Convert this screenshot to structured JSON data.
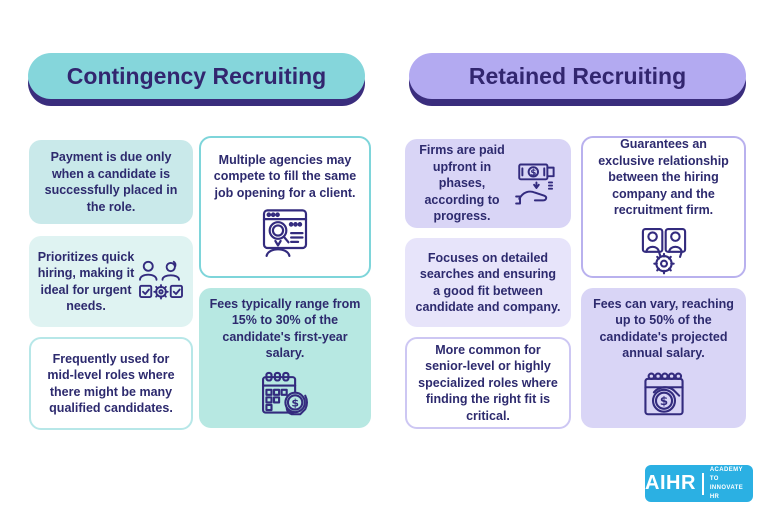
{
  "title": "Contingency Recruiting vs Retained Recruiting comparison infographic",
  "colors": {
    "background": "#ffffff",
    "ink": "#2d2a6e",
    "pill_shadow": "#3a2d7d",
    "contingency_pill": "#85d6db",
    "contingency_card_fill": "#c9e9ea",
    "contingency_card_fill_light": "#dff3f2",
    "contingency_card_fill_mint": "#b7e8e2",
    "contingency_card_border": "#7ed5da",
    "retained_pill": "#b3aaf1",
    "retained_card_fill": "#d9d5f6",
    "retained_card_fill_light": "#e7e4fa",
    "retained_card_border": "#b9b1ee",
    "logo_bg": "#2bb0e3"
  },
  "contingency": {
    "header": "Contingency Recruiting",
    "cards": [
      {
        "text": "Payment is due only when a candidate is successfully placed in the role.",
        "icon": "none"
      },
      {
        "text": "Prioritizes quick hiring, making it ideal for urgent needs.",
        "icon": "team-checklist-icon"
      },
      {
        "text": "Frequently used for mid-level roles where there might be many qualified candidates.",
        "icon": "none"
      },
      {
        "text": "Multiple agencies may compete to fill the same job opening for a client.",
        "icon": "candidate-search-icon"
      },
      {
        "text": "Fees typically range from 15% to 30% of the candidate's first-year salary.",
        "icon": "calendar-money-icon"
      }
    ]
  },
  "retained": {
    "header": "Retained Recruiting",
    "cards": [
      {
        "text": "Firms are paid upfront in phases, according to progress.",
        "icon": "payment-hand-icon"
      },
      {
        "text": "Focuses on detailed searches and ensuring a good fit between candidate and company.",
        "icon": "none"
      },
      {
        "text": "More common for senior-level or highly specialized roles where finding the right fit is critical.",
        "icon": "none"
      },
      {
        "text": "Guarantees an exclusive relationship between the hiring company and the recruitment firm.",
        "icon": "partnership-gear-icon"
      },
      {
        "text": "Fees can vary, reaching up to 50% of the candidate's projected annual salary.",
        "icon": "calendar-dollar-icon"
      }
    ]
  },
  "logo": {
    "name": "AIHR",
    "tagline": [
      "ACADEMY TO",
      "INNOVATE HR"
    ]
  }
}
